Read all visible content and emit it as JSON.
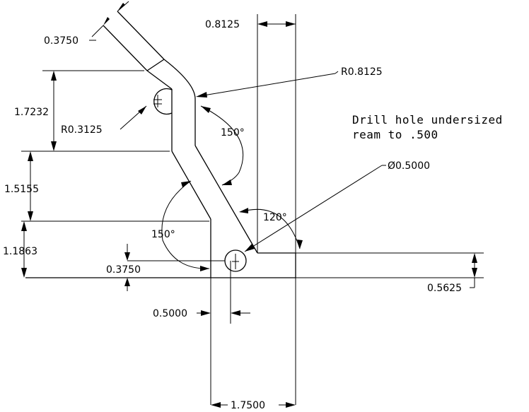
{
  "drawing": {
    "dimensions": {
      "top_thickness": "0.3750",
      "top_offset": "0.8125",
      "bend_radius": "R0.8125",
      "height_a": "1.7232",
      "relief_radius": "R0.3125",
      "height_b": "1.5155",
      "height_c": "1.1863",
      "hole_offset": "0.3750",
      "base_thickness": "0.5625",
      "hole_dia": "Ø0.5000",
      "hole_x_offset": "0.5000",
      "base_width": "1.7500"
    },
    "angles": {
      "upper_bend": "150°",
      "lower_bend": "150°",
      "corner": "120°"
    },
    "note": {
      "line1": "Drill hole undersized",
      "line2": "ream to .500"
    }
  }
}
